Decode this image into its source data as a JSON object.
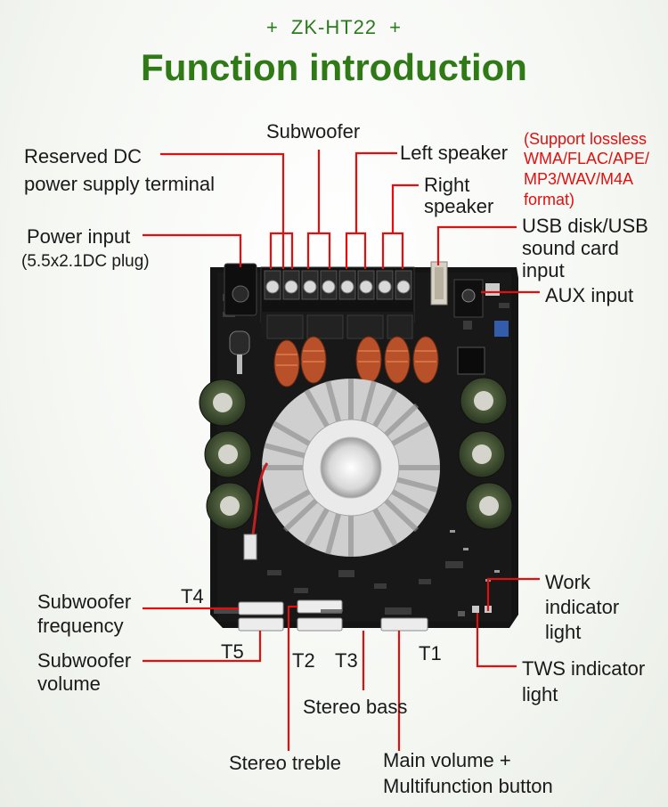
{
  "header": {
    "model": "ZK-HT22",
    "plus": "+",
    "title": "Function introduction"
  },
  "labels": {
    "subwoofer": "Subwoofer",
    "left_speaker": "Left speaker",
    "right_speaker_1": "Right",
    "right_speaker_2": "speaker",
    "reserved_dc_1": "Reserved DC",
    "reserved_dc_2": "power supply terminal",
    "power_input": "Power input",
    "power_plug": "(5.5x2.1DC plug)",
    "lossless": [
      "(Support lossless",
      "WMA/FLAC/APE/",
      "MP3/WAV/M4A",
      "format)"
    ],
    "usb": [
      "USB disk/USB",
      "sound card",
      "input"
    ],
    "aux": "AUX input",
    "work": [
      "Work",
      "indicator",
      "light"
    ],
    "tws": [
      "TWS indicator",
      "light"
    ],
    "sub_freq": [
      "Subwoofer",
      "frequency"
    ],
    "sub_vol": [
      "Subwoofer",
      "volume"
    ],
    "t1": "T1",
    "t2": "T2",
    "t3": "T3",
    "t4": "T4",
    "t5": "T5",
    "stereo_bass": "Stereo bass",
    "stereo_treble": "Stereo treble",
    "main_volume": [
      "Main volume +",
      "Multifunction button"
    ]
  },
  "colors": {
    "title": "#2f7a17",
    "leader": "#e01010",
    "board": "#151515"
  }
}
